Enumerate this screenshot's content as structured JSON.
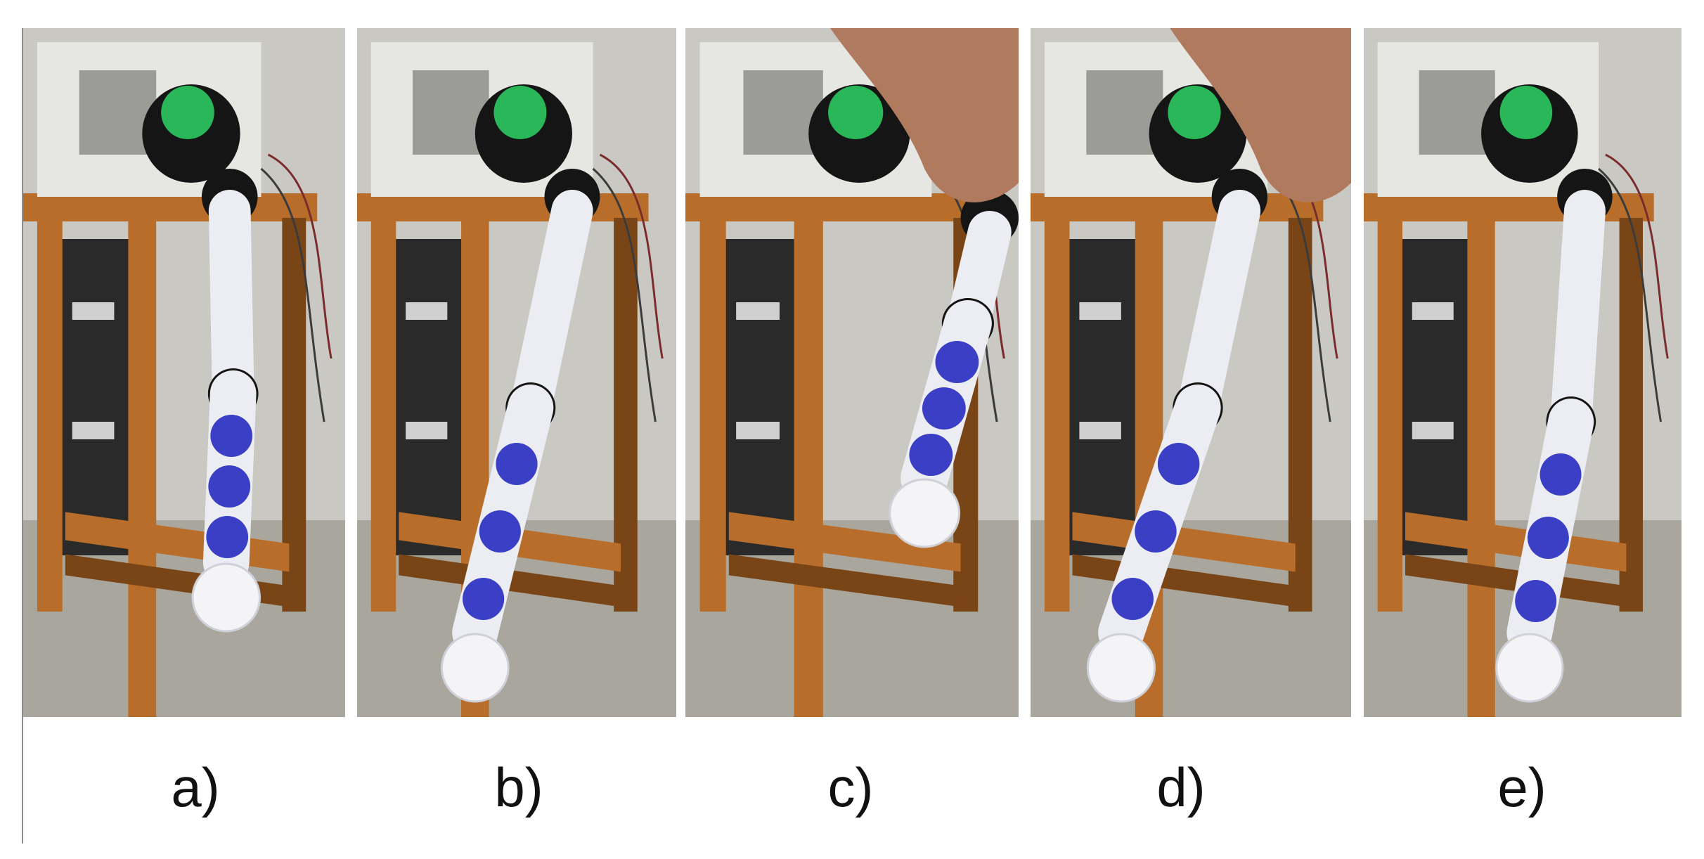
{
  "figure": {
    "panels": [
      {
        "label": "a)",
        "arm_pose": "hanging",
        "hand": false,
        "ball": true
      },
      {
        "label": "b)",
        "arm_pose": "swing-left",
        "hand": false,
        "ball": true
      },
      {
        "label": "c)",
        "arm_pose": "raised-by-hand",
        "hand": true,
        "ball": true
      },
      {
        "label": "d)",
        "arm_pose": "released-left",
        "hand": true,
        "ball": true
      },
      {
        "label": "e)",
        "arm_pose": "returning",
        "hand": false,
        "ball": true
      }
    ],
    "colors": {
      "wall": "#c9c8c2",
      "floor": "#a9a79d",
      "table_wood": "#b86e2a",
      "table_dark": "#7a4516",
      "arm_white": "#ecedf2",
      "arm_tape": "#3a3fc6",
      "motor_black": "#151515",
      "green_glow": "#2fe06a",
      "base_white": "#e6e6e3",
      "skin": "#b07a5e",
      "cabinet": "#2a2a2a"
    }
  }
}
